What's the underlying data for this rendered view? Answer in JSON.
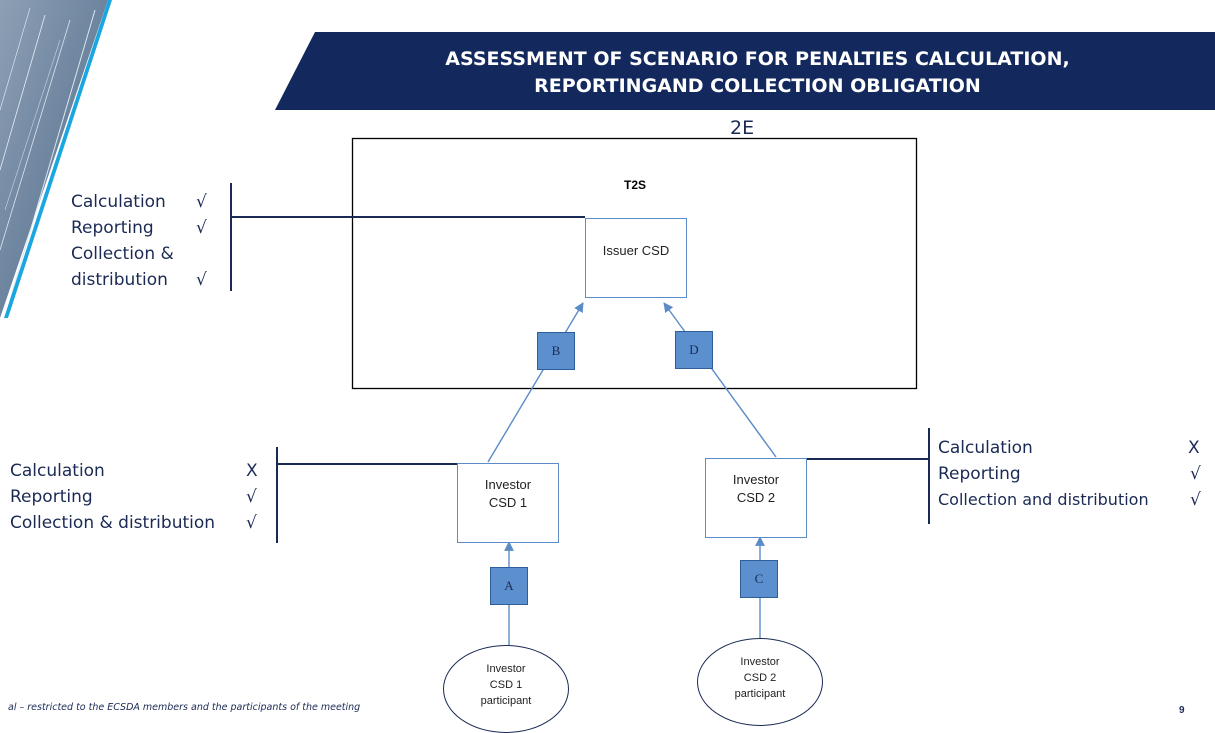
{
  "header": {
    "title_line1": "ASSESSMENT OF SCENARIO FOR PENALTIES CALCULATION,",
    "title_line2": "REPORTINGAND COLLECTION OBLIGATION"
  },
  "scenario_label": "2E",
  "diagram": {
    "t2s_label": "T2S",
    "issuer_csd": "Issuer CSD",
    "investor_csd1": [
      "Investor",
      "CSD 1"
    ],
    "investor_csd2": [
      "Investor",
      "CSD 2"
    ],
    "participant1": [
      "Investor",
      "CSD 1",
      "participant"
    ],
    "participant2": [
      "Investor",
      "CSD 2",
      "participant"
    ],
    "links": {
      "a": "A",
      "b": "B",
      "c": "C",
      "d": "D"
    }
  },
  "issuer_obligations": {
    "calculation": "Calculation",
    "calculation_mark": "√",
    "reporting": "Reporting",
    "reporting_mark": "√",
    "collection_line1": "Collection &",
    "collection_line2": "distribution",
    "collection_mark": "√"
  },
  "investor1_obligations": {
    "calculation": "Calculation",
    "calculation_mark": "X",
    "reporting": "Reporting",
    "reporting_mark": "√",
    "collection": "Collection & distribution",
    "collection_mark": "√"
  },
  "investor2_obligations": {
    "calculation": "Calculation",
    "calculation_mark": "X",
    "reporting": "Reporting",
    "reporting_mark": "√",
    "collection": "Collection and distribution",
    "collection_mark": "√"
  },
  "footer": {
    "note": "al – restricted to the ECSDA members and the participants of the meeting",
    "page_number": "9"
  },
  "colors": {
    "banner": "#13295e",
    "accent": "#1aa6e0",
    "node_fill": "#5b8fce"
  }
}
